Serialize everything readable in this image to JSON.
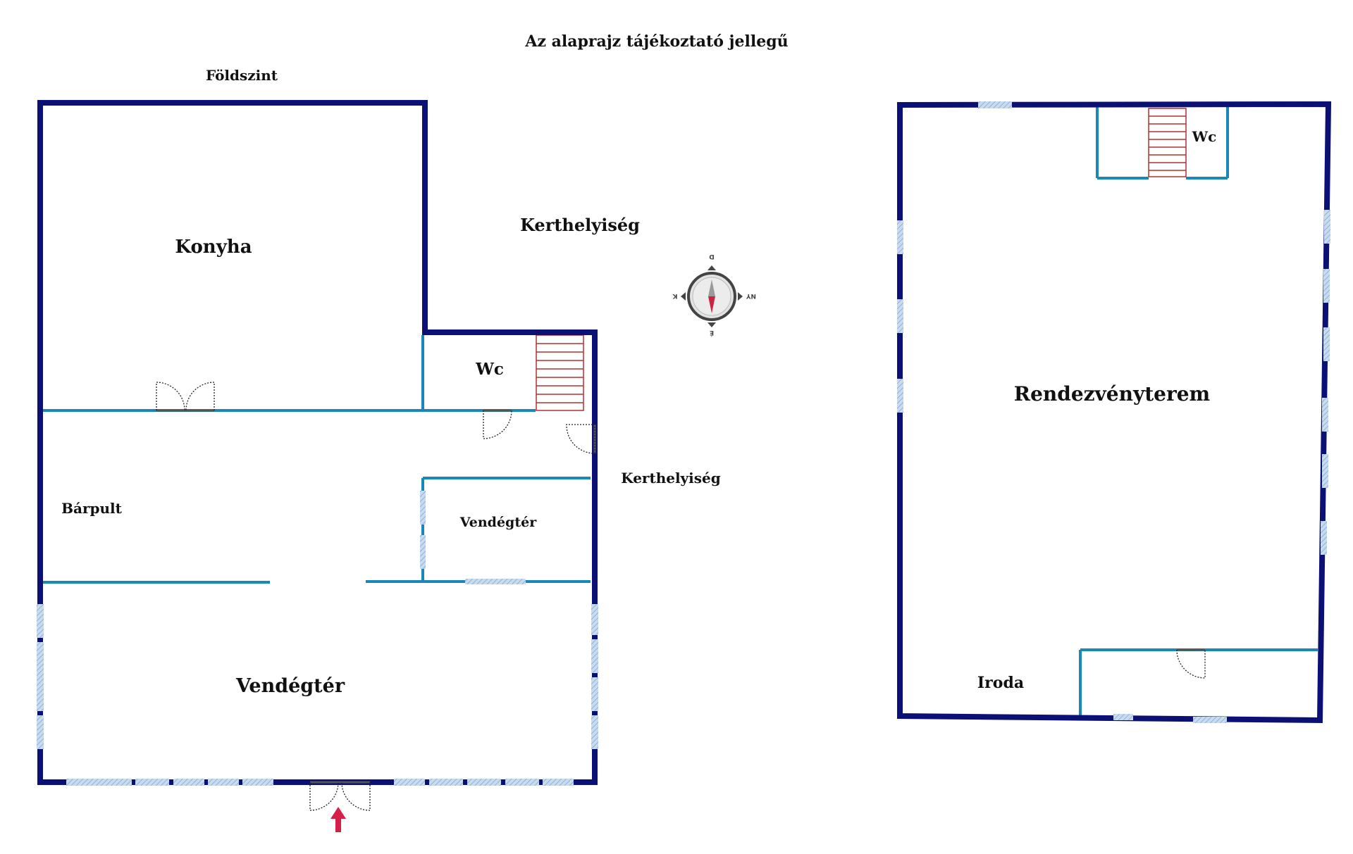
{
  "header": {
    "title": "Az alaprajz tájékoztató jellegű",
    "floor_label": "Földszint"
  },
  "ground_floor": {
    "rooms": {
      "konyha": "Konyha",
      "wc": "Wc",
      "barpult": "Bárpult",
      "vendegter_small": "Vendégtér",
      "vendegter_main": "Vendégtér"
    }
  },
  "outside": {
    "terrace_top": "Kerthelyiség",
    "terrace_side": "Kerthelyiség"
  },
  "upper_building": {
    "rooms": {
      "wc": "Wc",
      "hall": "Rendezvényterem",
      "office": "Iroda"
    }
  },
  "compass": {
    "north": "É",
    "south": "D",
    "east": "K",
    "west": "NY"
  },
  "colors": {
    "outer_wall": "#0b1075",
    "inner_wall": "#1b87b8",
    "window": "#a9c6e3",
    "stairs": "#b03030",
    "entrance_arrow": "#d42046"
  }
}
